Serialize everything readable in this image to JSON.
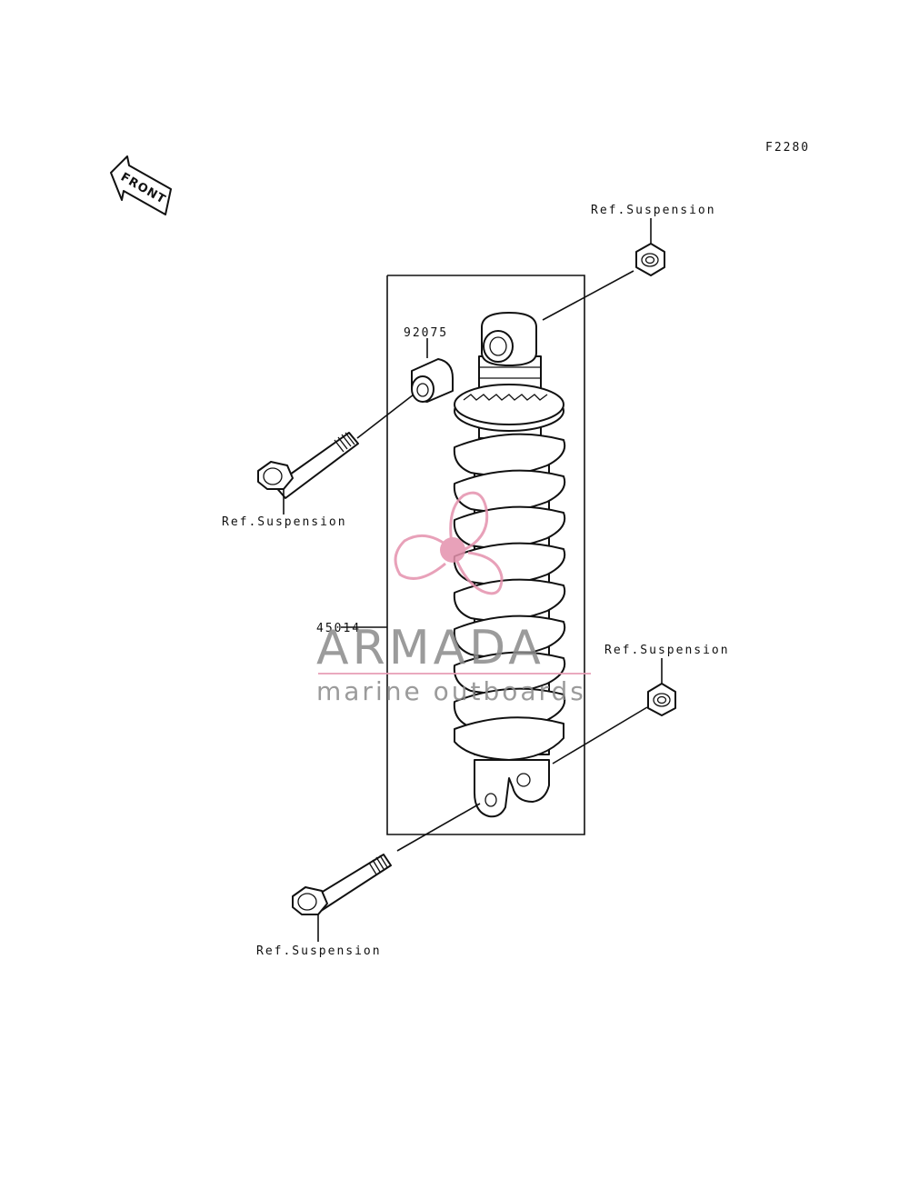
{
  "diagram": {
    "figure_code": "F2280",
    "front_label": "FRONT",
    "labels": {
      "ref_top_nut": "Ref.Suspension",
      "bushing_part": "92075",
      "ref_top_bolt": "Ref.Suspension",
      "shock_part": "45014",
      "ref_bottom_nut": "Ref.Suspension",
      "ref_bottom_bolt": "Ref.Suspension"
    }
  },
  "watermark": {
    "title": "ARMADA",
    "subtitle": "marine outboards",
    "colors": {
      "text": "#8a8a8a",
      "accent": "#e79bb3",
      "logo": "#e591ad"
    }
  }
}
